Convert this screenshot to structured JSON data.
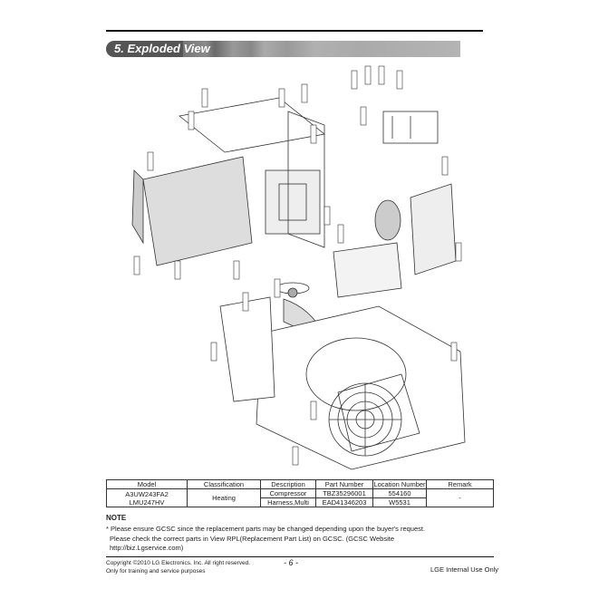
{
  "section_title": "5. Exploded View",
  "table": {
    "headers": [
      "Model",
      "Classification",
      "Description",
      "Part Number",
      "Location Number",
      "Remark"
    ],
    "models": [
      "A3UW243FA2",
      "LMU247HV"
    ],
    "classification": "Heating",
    "rows": [
      {
        "description": "Compressor",
        "part_number": "TBZ35296001",
        "location_number": "554160"
      },
      {
        "description": "Harness,Multi",
        "part_number": "EAD41346203",
        "location_number": "W5531"
      }
    ],
    "remark": "-"
  },
  "note": {
    "heading": "NOTE",
    "lines": [
      "* Please ensure GCSC since the replacement parts may be changed depending upon the buyer's request.",
      "Please check the correct parts in View RPL(Replacement Part List) on GCSC. (GCSC Website",
      "http://biz.Lgservice.com)"
    ]
  },
  "footer": {
    "copyright": "Copyright ©2010 LG Electronics. Inc. All right reserved.",
    "purpose": "Only for training and service purposes",
    "page": "- 6 -",
    "internal": "LGE Internal Use Only"
  }
}
